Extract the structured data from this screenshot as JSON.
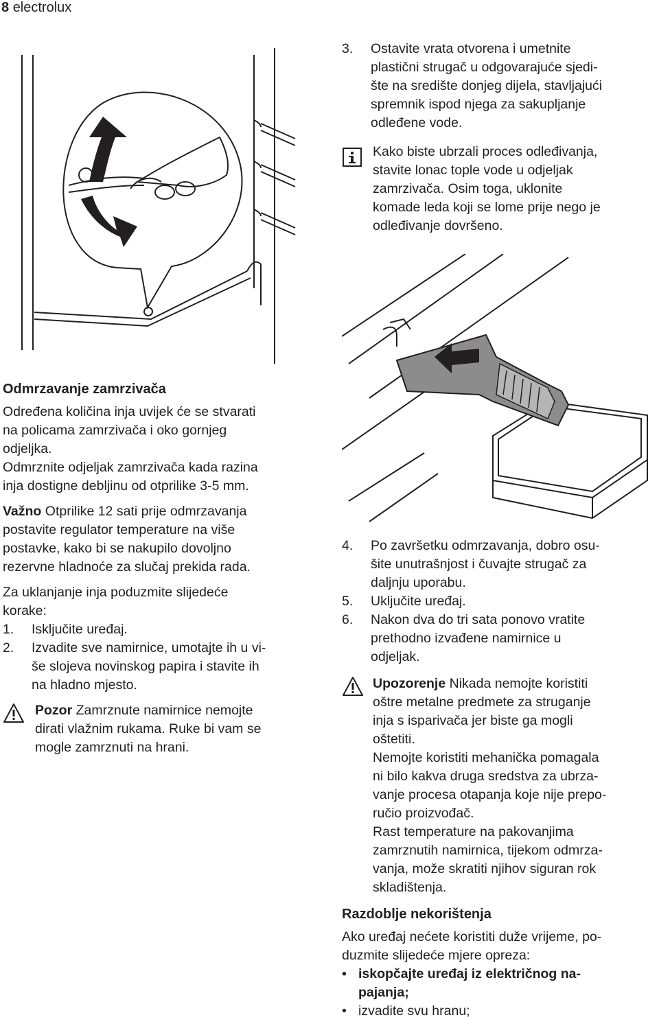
{
  "header": {
    "page_number": "8",
    "brand": "electrolux"
  },
  "right_top": {
    "step3_num": "3.",
    "step3_lines": [
      "Ostavite vrata otvorena i umetnite",
      "plastični strugač u odgovarajuće sjedi-",
      "šte na središte donjeg dijela, stavljajući",
      "spremnik ispod njega za sakupljanje",
      "odleđene vode."
    ],
    "info_lines": [
      "Kako biste ubrzali proces odleđivanja,",
      "stavite lonac tople vode u odjeljak",
      "zamrzivača. Osim toga, uklonite",
      "komade leda koji se lome prije nego je",
      "odleđivanje dovršeno."
    ],
    "icons": {
      "info": "info-icon"
    }
  },
  "left": {
    "heading": "Odmrzavanje zamrzivača",
    "p1_lines": [
      "Određena količina inja uvijek će se stvarati",
      "na policama zamrzivača i oko gornjeg",
      "odjeljka."
    ],
    "p2_lines": [
      "Odmrznite odjeljak zamrzivača kada razina",
      "inja dostigne debljinu od otprilike 3-5 mm."
    ],
    "important_label": "Važno",
    "important_lines": [
      " Otprilike 12 sati prije odmrzavanja",
      "postavite regulator temperature na više",
      "postavke, kako bi se nakupilo dovoljno",
      "rezervne hladnoće za slučaj prekida rada."
    ],
    "steps_intro_lines": [
      "Za uklanjanje inja poduzmite slijedeće",
      "korake:"
    ],
    "step1_num": "1.",
    "step1": "Isključite uređaj.",
    "step2_num": "2.",
    "step2_lines": [
      "Izvadite sve namirnice, umotajte ih u vi-",
      "še slojeva novinskog papira i stavite ih",
      "na hladno mjesto."
    ],
    "caution_label": "Pozor",
    "caution_lines": [
      " Zamrznute namirnice nemojte",
      "dirati vlažnim rukama. Ruke bi vam se",
      "mogle zamrznuti na hrani."
    ],
    "icons": {
      "warning": "warning-icon"
    }
  },
  "right_bottom": {
    "step4_num": "4.",
    "step4_lines": [
      "Po završetku odmrzavanja, dobro osu-",
      "šite unutrašnjost i čuvajte strugač za",
      "daljnju uporabu."
    ],
    "step5_num": "5.",
    "step5": "Uključite uređaj.",
    "step6_num": "6.",
    "step6_lines": [
      "Nakon dva do tri sata ponovo vratite",
      "prethodno izvađene namirnice u",
      "odjeljak."
    ],
    "warning_label": "Upozorenje",
    "warning_lines": [
      " Nikada nemojte koristiti",
      "oštre metalne predmete za struganje",
      "inja s isparivača jer biste ga mogli",
      "oštetiti.",
      "Nemojte koristiti mehanička pomagala",
      "ni bilo kakva druga sredstva za ubrza-",
      "vanje procesa otapanja koje nije prepo-",
      "ručio proizvođač.",
      "Rast temperature na pakovanjima",
      "zamrznutih namirnica, tijekom odmrza-",
      "vanja, može skratiti njihov siguran rok",
      "skladištenja."
    ],
    "section2_heading": "Razdoblje nekorištenja",
    "section2_lines": [
      "Ako uređaj nećete koristiti duže vrijeme, po-",
      "duzmite slijedeće mjere opreza:"
    ],
    "bullet_char": "•",
    "bullet1_lines": [
      "iskopčajte uređaj iz električnog na-",
      "pajanja;"
    ],
    "bullet2": "izvadite svu hranu;"
  }
}
